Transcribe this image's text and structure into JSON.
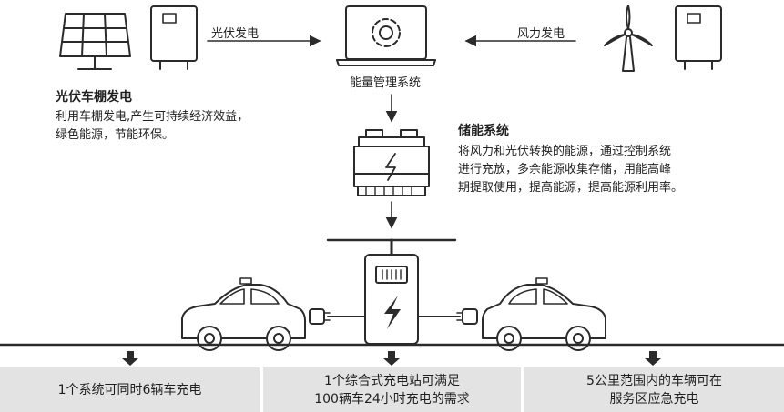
{
  "flow_labels": {
    "pv_to_ems": "光伏发电",
    "wind_to_ems": "风力发电",
    "ems_label": "能量管理系统"
  },
  "pv_section": {
    "title": "光伏车棚发电",
    "lines": [
      "利用车棚发电,产生可持续经济效益，",
      "绿色能源，节能环保。"
    ]
  },
  "storage_section": {
    "title": "储能系统",
    "lines": [
      "将风力和光伏转换的能源，通过控制系统",
      "进行充放，多余能源收集存储，用能高峰",
      "期提取使用，提高能源，提高能源利用率。"
    ]
  },
  "bottom_boxes": [
    {
      "lines": [
        "1个系统可同时6辆车充电"
      ]
    },
    {
      "lines": [
        "1个综合式充电站可满足",
        "100辆车24小时充电的需求"
      ]
    },
    {
      "lines": [
        "5公里范围内的车辆可在",
        "服务区应急充电"
      ]
    }
  ],
  "icons": [
    "solar-panel-icon",
    "inverter-icon",
    "laptop-gear-icon",
    "wind-turbine-icon",
    "battery-icon",
    "canopy-icon",
    "charging-station-icon",
    "car-icon",
    "plug-icon",
    "arrow-down-icon"
  ],
  "colors": {
    "stroke": "#2b2b2b",
    "box_bg": "#e3e3e3",
    "text": "#1f1f1f"
  }
}
